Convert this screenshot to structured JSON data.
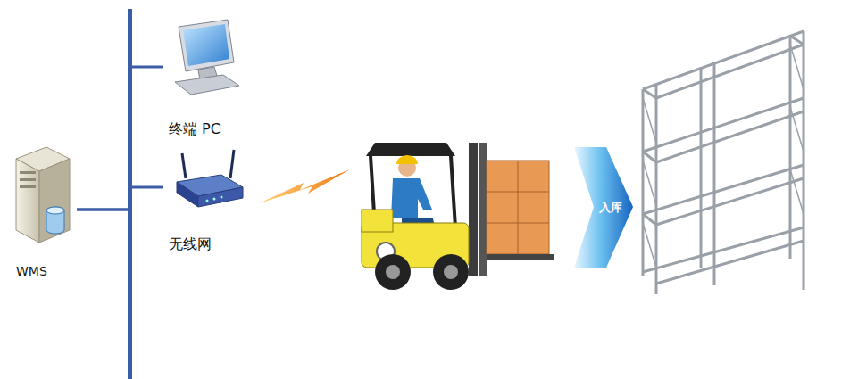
{
  "diagram": {
    "nodes": [
      {
        "text": [
          "WMS"
        ]
      },
      {
        "text": [
          "终端 PC"
        ]
      },
      {
        "text": [
          "无线网"
        ]
      },
      {
        "text": [
          "入库"
        ]
      }
    ],
    "edges": [
      {
        "from": 0,
        "to": 1,
        "arrow": "none"
      },
      {
        "from": 0,
        "to": 2,
        "arrow": "none"
      }
    ]
  }
}
